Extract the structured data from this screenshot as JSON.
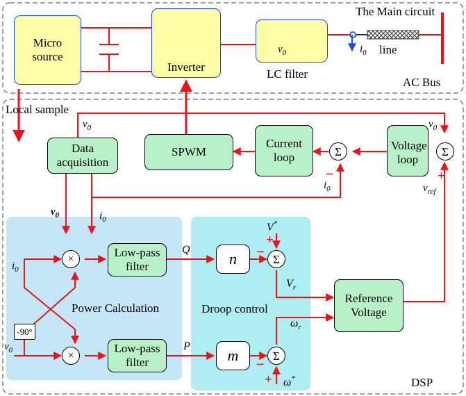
{
  "labels": {
    "main_circuit": "The Main circuit",
    "ac_bus": "AC Bus",
    "local_sample": "Local sample",
    "dsp": "DSP",
    "power_calculation": "Power Calculation",
    "droop_control": "Droop control",
    "line": "line",
    "lc_filter": "LC filter",
    "v0": "v",
    "v0_sub": "0",
    "i0": "i",
    "i0_sub": "0",
    "vref": "v",
    "vref_sub": "ref",
    "Q": "Q",
    "P": "P",
    "V": "V",
    "V_sup": "*",
    "Vr": "V",
    "Vr_sub": "r",
    "w": "ω",
    "wr_sub": "r",
    "w_sup": "*",
    "phase": "-90°",
    "plus": "+",
    "minus": "–"
  },
  "blocks": {
    "micro_source": "Micro\nsource",
    "inverter": "Inverter",
    "data_acquisition": "Data\nacquisition",
    "spwm": "SPWM",
    "current_loop": "Current\nloop",
    "voltage_loop": "Voltage\nloop",
    "lpf_q": "Low-pass\nfilter",
    "lpf_p": "Low-pass\nfilter",
    "n": "n",
    "m": "m",
    "reference_voltage": "Reference\nVoltage"
  },
  "symbols": {
    "sum": "Σ",
    "multiply": "×"
  },
  "colors": {
    "signal": "#e8141b",
    "module_fill": "#b8f0c8",
    "power_fill": "#fffda8",
    "power_border": "#1f4fe0",
    "power_calc_region": "#c4e6f7",
    "droop_region": "#aeeef2"
  }
}
